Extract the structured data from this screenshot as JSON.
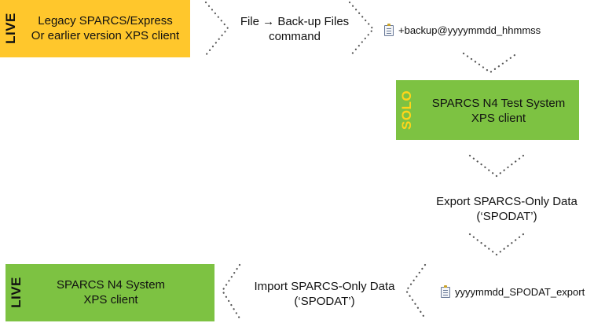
{
  "boxes": {
    "legacy": {
      "tag": "LIVE",
      "line1": "Legacy SPARCS/Express",
      "line2": "Or earlier version XPS client"
    },
    "solo": {
      "tag": "SOLO",
      "line1": "SPARCS N4 Test System",
      "line2": "XPS client"
    },
    "live_n4": {
      "tag": "LIVE",
      "line1": "SPARCS N4 System",
      "line2": "XPS client"
    }
  },
  "steps": {
    "backup": {
      "line1": "File → Back-up Files",
      "line2": "command"
    },
    "export": {
      "line1": "Export SPARCS-Only Data",
      "line2": "(‘SPODAT’)"
    },
    "import": {
      "line1": "Import SPARCS-Only Data",
      "line2": "(‘SPODAT’)"
    }
  },
  "files": {
    "backup_file": {
      "name": "+backup@yyyymmdd_hhmmss",
      "icon": "document-icon"
    },
    "export_file": {
      "name": "yyyymmdd_SPODAT_export",
      "icon": "document-icon"
    }
  },
  "colors": {
    "yellow": "#ffc72c",
    "green": "#7dc242",
    "dots": "#555555",
    "solo_tag": "#ffd51a"
  }
}
